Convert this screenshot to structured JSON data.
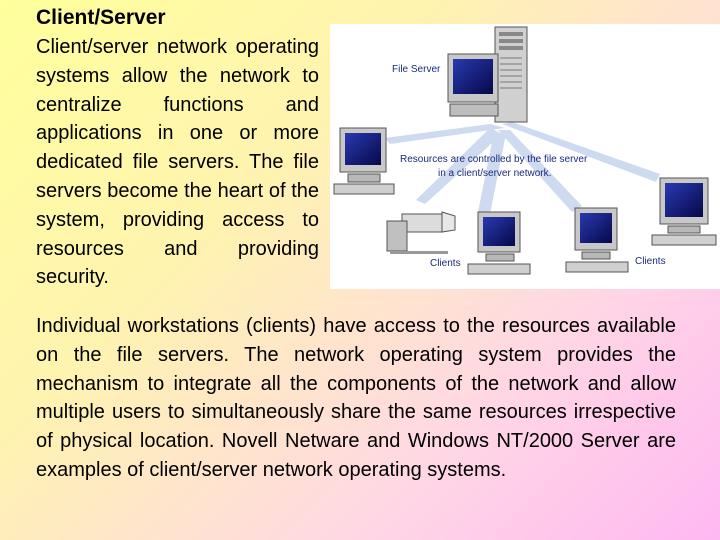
{
  "slide": {
    "title": "Client/Server",
    "column_text": "Client/server network operating systems allow the network to centralize functions and applications in one or more dedicated file servers. The file servers become the heart of the system, providing access to resources and providing security.",
    "body_text": "Individual workstations (clients) have access to the resources available on the file servers. The network operating system provides the mechanism to integrate all the components of the network and allow multiple users to simultaneously share the same resources irrespective of physical location. Novell Netware and Windows NT/2000 Server are examples of client/server network operating systems."
  },
  "diagram": {
    "file_server_label": "File Server",
    "caption_line1": "Resources are controlled by the file server",
    "caption_line2": "in a client/server network.",
    "clients_label_left": "Clients",
    "clients_label_right": "Clients",
    "colors": {
      "label": "#1a2a7a",
      "screen": "#0a0f7a",
      "case": "#c8c8c8",
      "arrow": "#c9d6ee"
    }
  }
}
